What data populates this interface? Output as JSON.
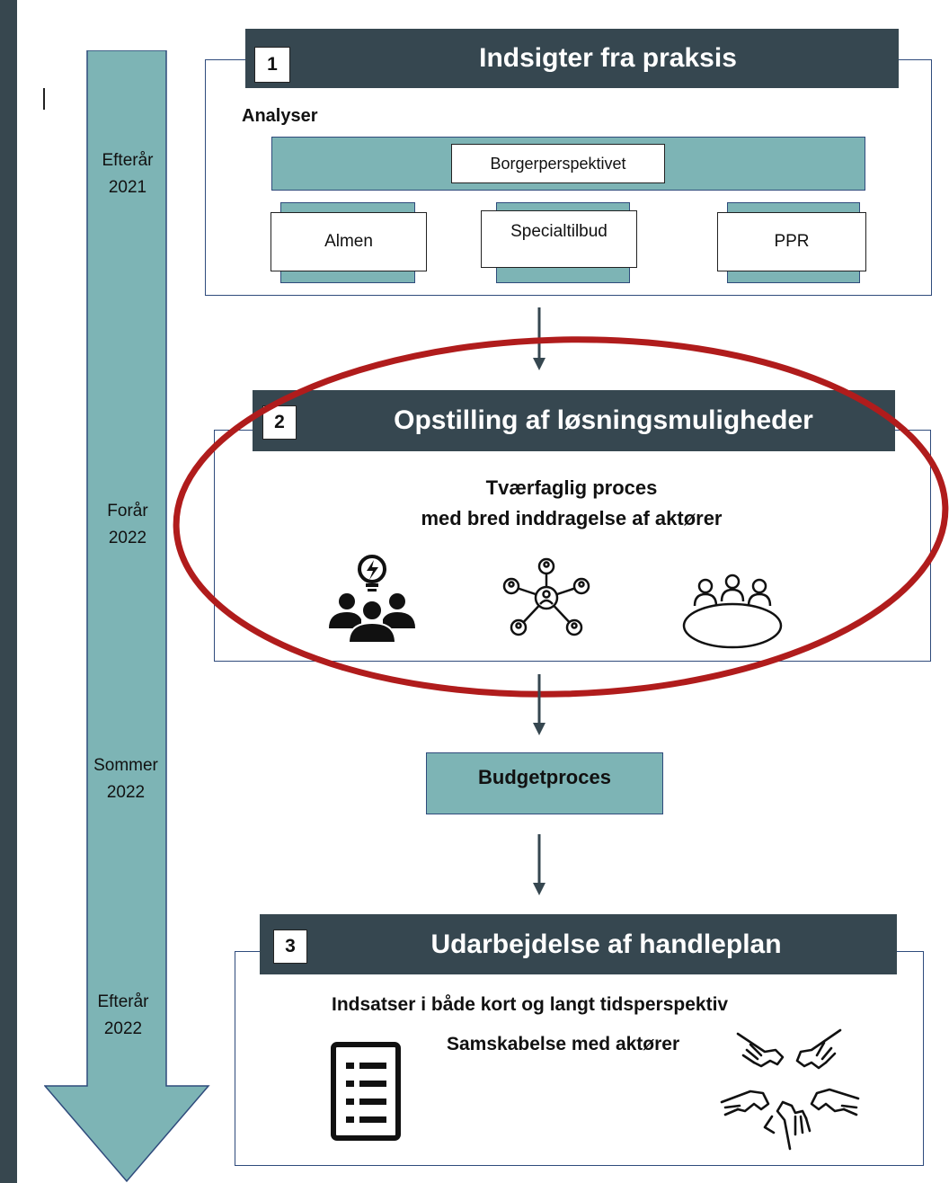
{
  "timeline": {
    "seasons": [
      {
        "line1": "Efterår",
        "line2": "2021"
      },
      {
        "line1": "Forår",
        "line2": "2022"
      },
      {
        "line1": "Sommer",
        "line2": "2022"
      },
      {
        "line1": "Efterår",
        "line2": "2022"
      }
    ],
    "arrow_color": "#7db4b5"
  },
  "section1": {
    "number": "1",
    "title": "Indsigter fra praksis",
    "subtitle": "Analyser",
    "banner_label": "Borgerperspektivet",
    "boxes": [
      "Almen",
      "Specialtilbud",
      "PPR"
    ]
  },
  "section2": {
    "number": "2",
    "title": "Opstilling af løsningsmuligheder",
    "line1": "Tværfaglig proces",
    "line2": "med bred inddragelse af aktører",
    "icons": [
      "team-idea-icon",
      "network-people-icon",
      "meeting-table-icon"
    ],
    "highlight_color": "#b01c1c"
  },
  "budget": {
    "label": "Budgetproces"
  },
  "section3": {
    "number": "3",
    "title": "Udarbejdelse af handleplan",
    "line1": "Indsatser i både kort og langt tidsperspektiv",
    "line2": "Samskabelse med aktører",
    "icons": [
      "checklist-icon",
      "hands-circle-icon"
    ]
  },
  "colors": {
    "header": "#364750",
    "teal": "#7db4b5",
    "frame": "#2f4b7c",
    "background": "#37474f"
  }
}
